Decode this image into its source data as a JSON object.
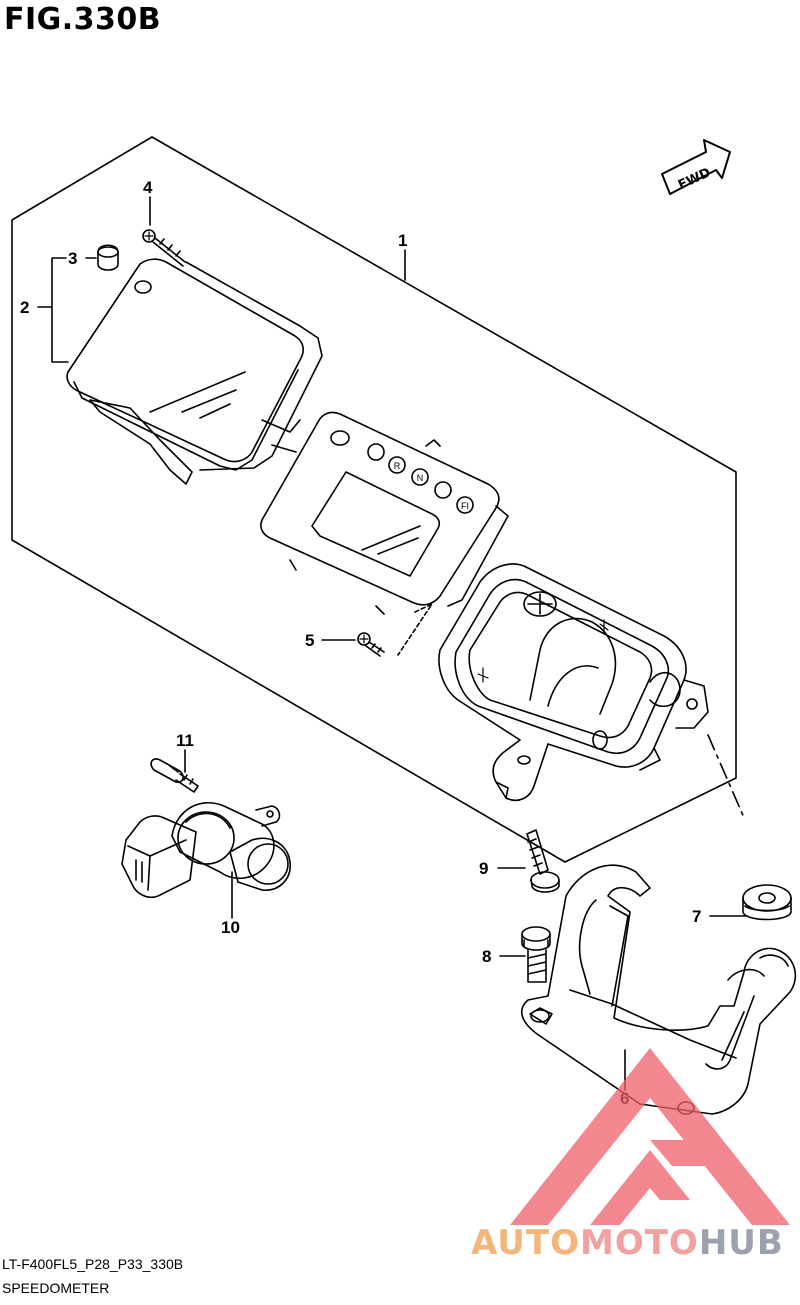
{
  "figure": {
    "title": "FIG.330B",
    "code": "LT-F400FL5_P28_P33_330B",
    "name": "SPEEDOMETER",
    "fwd_label": "FWD"
  },
  "callouts": {
    "c1": "1",
    "c2": "2",
    "c3": "3",
    "c4": "4",
    "c5": "5",
    "c6": "6",
    "c7": "7",
    "c8": "8",
    "c9": "9",
    "c10": "10",
    "c11": "11"
  },
  "indicators": [
    "R",
    "N",
    "FI"
  ],
  "watermark": {
    "part1": "AUTO",
    "part2": "MOTO",
    "part3": "HUB",
    "logo_color": "#f0606a"
  },
  "colors": {
    "line": "#000000",
    "background": "#ffffff"
  }
}
